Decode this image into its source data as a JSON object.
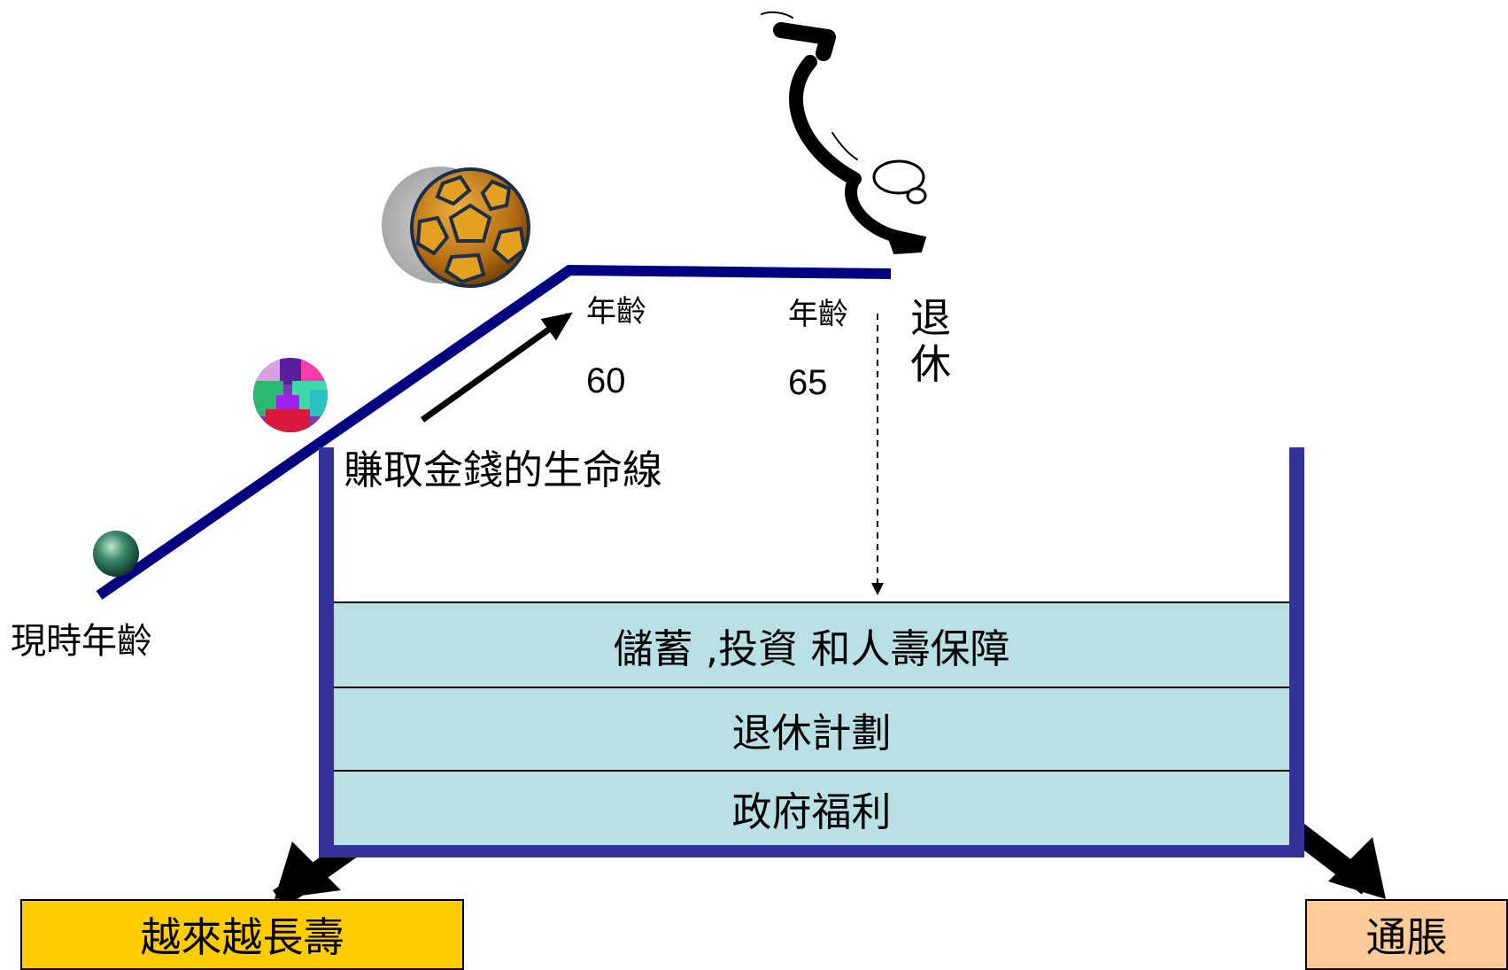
{
  "labels": {
    "current_age": "現時年齡",
    "age_60_title": "年齡",
    "age_60_value": "60",
    "age_65_title": "年齡",
    "age_65_value": "65",
    "retire": "退休",
    "money_lifeline": "賺取金錢的生命線"
  },
  "layers": [
    {
      "label": "儲蓄 ,投資 和人壽保障"
    },
    {
      "label": "退休計劃"
    },
    {
      "label": "政府福利"
    }
  ],
  "risks": {
    "longevity": "越來越長壽",
    "inflation": "通脹"
  },
  "colors": {
    "lifeline": "#000080",
    "container": "#333399",
    "layer_fill": "#b9e0e4",
    "longevity_box": "#ffcc00",
    "inflation_box": "#ffcc99"
  },
  "icons": [
    "small-green-ball-icon",
    "multicolor-ball-icon",
    "soccer-ball-icon",
    "diver-figure-icon"
  ]
}
